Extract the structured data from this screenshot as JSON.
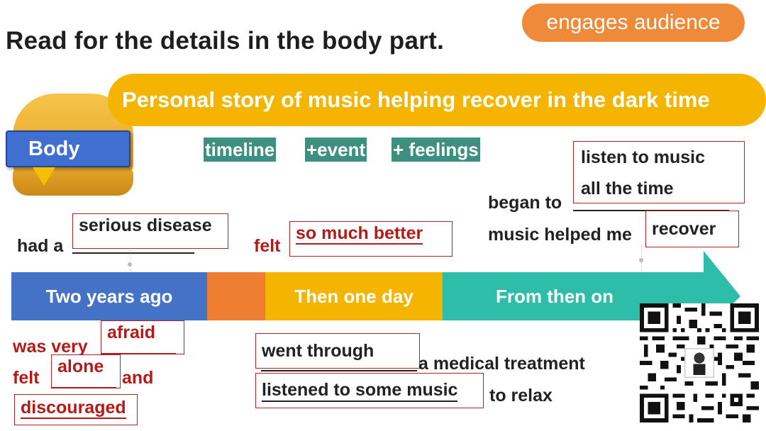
{
  "title": "Read for the details in the body part.",
  "tag": "engages audience",
  "banner": "Personal story of music helping recover in the dark time",
  "body_label": "Body",
  "keys": [
    "timeline",
    "+event",
    "+ feelings"
  ],
  "timeline": {
    "segments": [
      "Two years ago",
      "",
      "Then one day",
      "From then on"
    ],
    "colors": [
      "#4472c4",
      "#ed7d31",
      "#f5b400",
      "#2ebda8",
      "#2ebda8"
    ]
  },
  "above": {
    "had_a": "had a",
    "serious_disease": "serious disease",
    "felt": "felt",
    "so_much_better": "so much better",
    "began_to": "began to",
    "listen_line1": "listen to music",
    "listen_line2": "all the time",
    "music_helped_me": "music helped me",
    "recover": "recover"
  },
  "below": {
    "was_very": "was very",
    "afraid": "afraid",
    "felt": "felt",
    "alone": "alone",
    "and": "and",
    "discouraged": "discouraged",
    "went_through": "went through",
    "medical_treatment": "a medical treatment",
    "listened": "listened to some music",
    "to_relax": "to relax"
  },
  "qr": {
    "icon": "qr-code-icon"
  }
}
